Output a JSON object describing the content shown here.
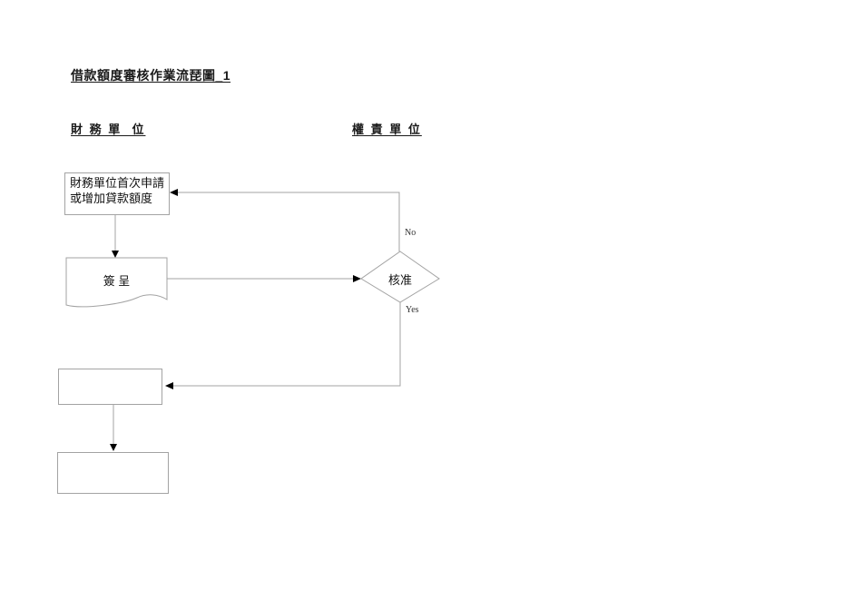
{
  "diagram": {
    "title": "借款額度審核作業流琵圖_1",
    "columns": {
      "left": "財 務 單  位",
      "right": "權 責 單 位"
    },
    "nodes": {
      "apply_box": {
        "line1": "財務單位首次申請",
        "line2": "或增加貸款額度"
      },
      "sign_doc": "簽 呈",
      "approve_diamond": "核准",
      "empty_box_1": "",
      "empty_box_2": ""
    },
    "edges": {
      "no_label": "No",
      "yes_label": "Yes"
    },
    "colors": {
      "shape_stroke": "#a3a3a3",
      "arrow_fill": "#000000",
      "text": "#1a1a1a",
      "background": "#ffffff"
    }
  }
}
